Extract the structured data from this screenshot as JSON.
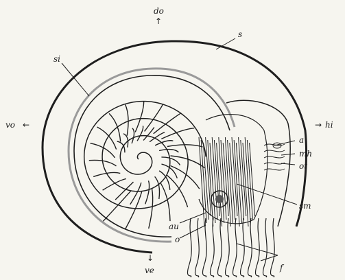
{
  "figure": {
    "line_color": "#1e1e1e",
    "paper_color": "#f6f5ef",
    "labels": {
      "do": "do",
      "vo": "vo",
      "hi": "hi",
      "ve": "ve",
      "s": "s",
      "si": "si",
      "a": "a",
      "mh": "mh",
      "ot": "ot",
      "sm": "sm",
      "au": "au",
      "o": "o",
      "f": "f"
    },
    "arrow_glyphs": {
      "up": "↑",
      "down": "↓",
      "left": "←",
      "right": "→"
    }
  }
}
